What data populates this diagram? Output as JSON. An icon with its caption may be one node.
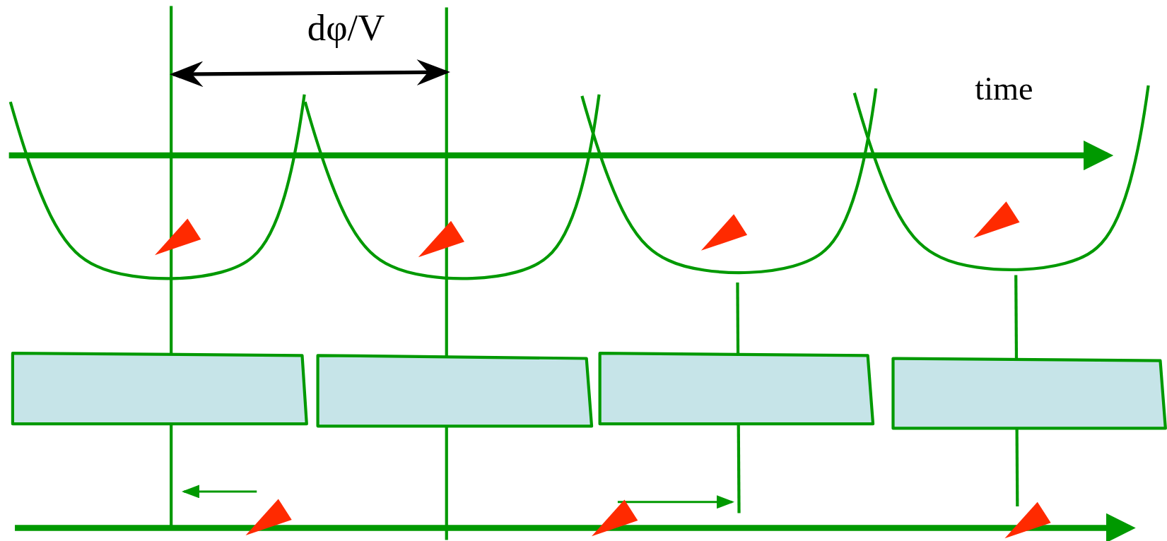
{
  "diagram": {
    "nodes": [
      {
        "text": [],
        "shape": "box"
      },
      {
        "text": [],
        "shape": "box"
      },
      {
        "text": [],
        "shape": "box"
      },
      {
        "text": [],
        "shape": "box"
      }
    ],
    "edges": [],
    "labels": [
      "dφ/V",
      "time"
    ]
  }
}
